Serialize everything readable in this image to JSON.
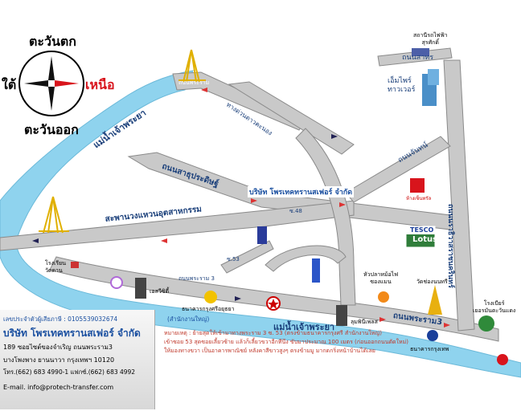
{
  "compass": {
    "north": "เหนือ",
    "south": "ใต้",
    "west": "ตะวันตก",
    "east": "ตะวันออก"
  },
  "rivers": {
    "upper": "แม่น้ำเจ้าพระยา",
    "lower": "แม่น้ำเจ้าพระยา"
  },
  "roads": {
    "sathu_pradit": "ถนนสาธุประดิษฐ์",
    "expressway": "ทางด่วนดาวคะนอง",
    "industrial_ring": "สะพานวงแหวนอุตสาหกรรม",
    "rama3_a": "ถนนพระราม 3",
    "rama3_b": "ถนนพระราม3",
    "narathiwat": "ถนนนราธิวาสราชนครินทร์",
    "chan": "ถนนจันทน์",
    "sathorn": "ถนนสาทร",
    "bridge_road": "ถนนพระราม",
    "soi48": "ซ.48",
    "soi53": "ซ.53"
  },
  "places": {
    "company": "บริษัท โพรเทคทรานสเฟอร์ จำกัด",
    "bts": "สถานีรถไฟฟ้า",
    "bts2": "สุรศักดิ์",
    "empire": "เอ็มไพร์",
    "empire2": "ทาวเวอร์",
    "tesco_top": "TESCO",
    "tesco_bottom": "Lotus",
    "bank_krungsri": "ธนาคารกรุงศรีอยุธยา",
    "tem": "เอสวีซิตี้",
    "lum": "ลุมพินีเพลส",
    "school": "โรงเรียน",
    "school2": "วัดดาน",
    "hotpot": "หัวปลาหม้อไฟ",
    "hotpot2": "ซองแมน",
    "wat": "วัดช่องนนทรี",
    "bangkok_bank": "ธนาคารกรุงเทพ",
    "brewery": "โรงเบียร์",
    "brewery2": "เยอรมันตะวันแดง",
    "shop": "ห้างเซ็นทรัล"
  },
  "info": {
    "tax_label": "เลขประจำตัวผู้เสียภาษี : 0105539032674",
    "hq": "(สำนักงานใหญ่)",
    "company": "บริษัท โพรเทคทรานสเฟอร์ จำกัด",
    "addr1": "189 ซอยไซต์ของจำเริญ ถนนพระราม3",
    "addr2": "บางโพงพาง ยานนาวา กรุงเทพฯ 10120",
    "phone": "โทร.(662) 683 4990-1 แฟกซ์.(662) 683 4992",
    "email": "E-mail. info@protech-transfer.com"
  },
  "notes": [
    "หมายเหตุ : ย้ายสุดให้เข้ามาทางพระราม 3 ซ. 53 (ตรงข้ามธนาคารกรุงศรี สำนักงานใหญ่)",
    "เข้าซอย 53 สุดซอยเลี้ยวซ้าย แล้วก็เลี้ยวขวาอีกทีนึง ขับมาประมาณ  100 เมตร (ก่อนออกถนนตัดใหม่)",
    "ให้มองทางขวา เป็นอาคารพาณิชย์ หลังคาสีขาวสูงๆ ตรงข้ามมู มากดกริ่งหน้าบ้านได้เลย"
  ],
  "colors": {
    "river": "#8fd3ee",
    "road": "#c7c7c7",
    "roadEdge": "#8a8a8a",
    "accent": "#d8141c",
    "company": "#1a4fa0",
    "arrowRed": "#d33",
    "arrowBlue": "#225"
  }
}
